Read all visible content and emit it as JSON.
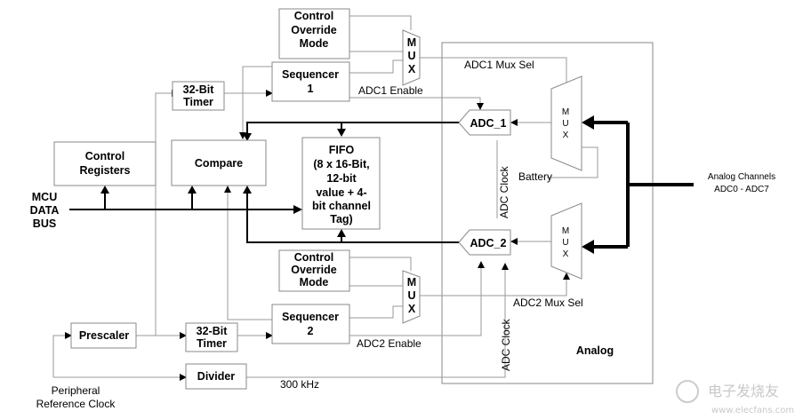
{
  "blocks": {
    "control_override_1": [
      "Control",
      "Override",
      "Mode"
    ],
    "control_override_2": [
      "Control",
      "Override",
      "Mode"
    ],
    "mux_top": [
      "M",
      "U",
      "X"
    ],
    "mux_bottom": [
      "M",
      "U",
      "X"
    ],
    "sequencer_1": [
      "Sequencer",
      "1"
    ],
    "sequencer_2": [
      "Sequencer",
      "2"
    ],
    "timer_1": [
      "32-Bit",
      "Timer"
    ],
    "timer_2": [
      "32-Bit",
      "Timer"
    ],
    "control_registers": [
      "Control",
      "Registers"
    ],
    "compare": "Compare",
    "fifo": [
      "FIFO",
      "(8 x 16-Bit,",
      "12-bit",
      "value + 4-",
      "bit channel",
      "Tag)"
    ],
    "adc_1": "ADC_1",
    "adc_2": "ADC_2",
    "analog_mux_1": [
      "M",
      "U",
      "X"
    ],
    "analog_mux_2": [
      "M",
      "U",
      "X"
    ],
    "prescaler": "Prescaler",
    "divider": "Divider",
    "analog_region": "Analog",
    "mcu_data_bus": [
      "MCU",
      "DATA",
      "BUS"
    ]
  },
  "labels": {
    "adc1_mux_sel": "ADC1 Mux Sel",
    "adc1_enable": "ADC1 Enable",
    "adc2_mux_sel": "ADC2 Mux Sel",
    "adc2_enable": "ADC2 Enable",
    "battery": "Battery",
    "adc_clock_1": "ADC Clock",
    "adc_clock_2": "ADC Clock",
    "clock_300": "300 kHz",
    "analog_channels": [
      "Analog Channels",
      "ADC0 - ADC7"
    ],
    "peripheral_clock": [
      "Peripheral",
      "Reference Clock"
    ]
  },
  "watermark": {
    "text": "电子发烧友",
    "url": "www.elecfans.com"
  }
}
